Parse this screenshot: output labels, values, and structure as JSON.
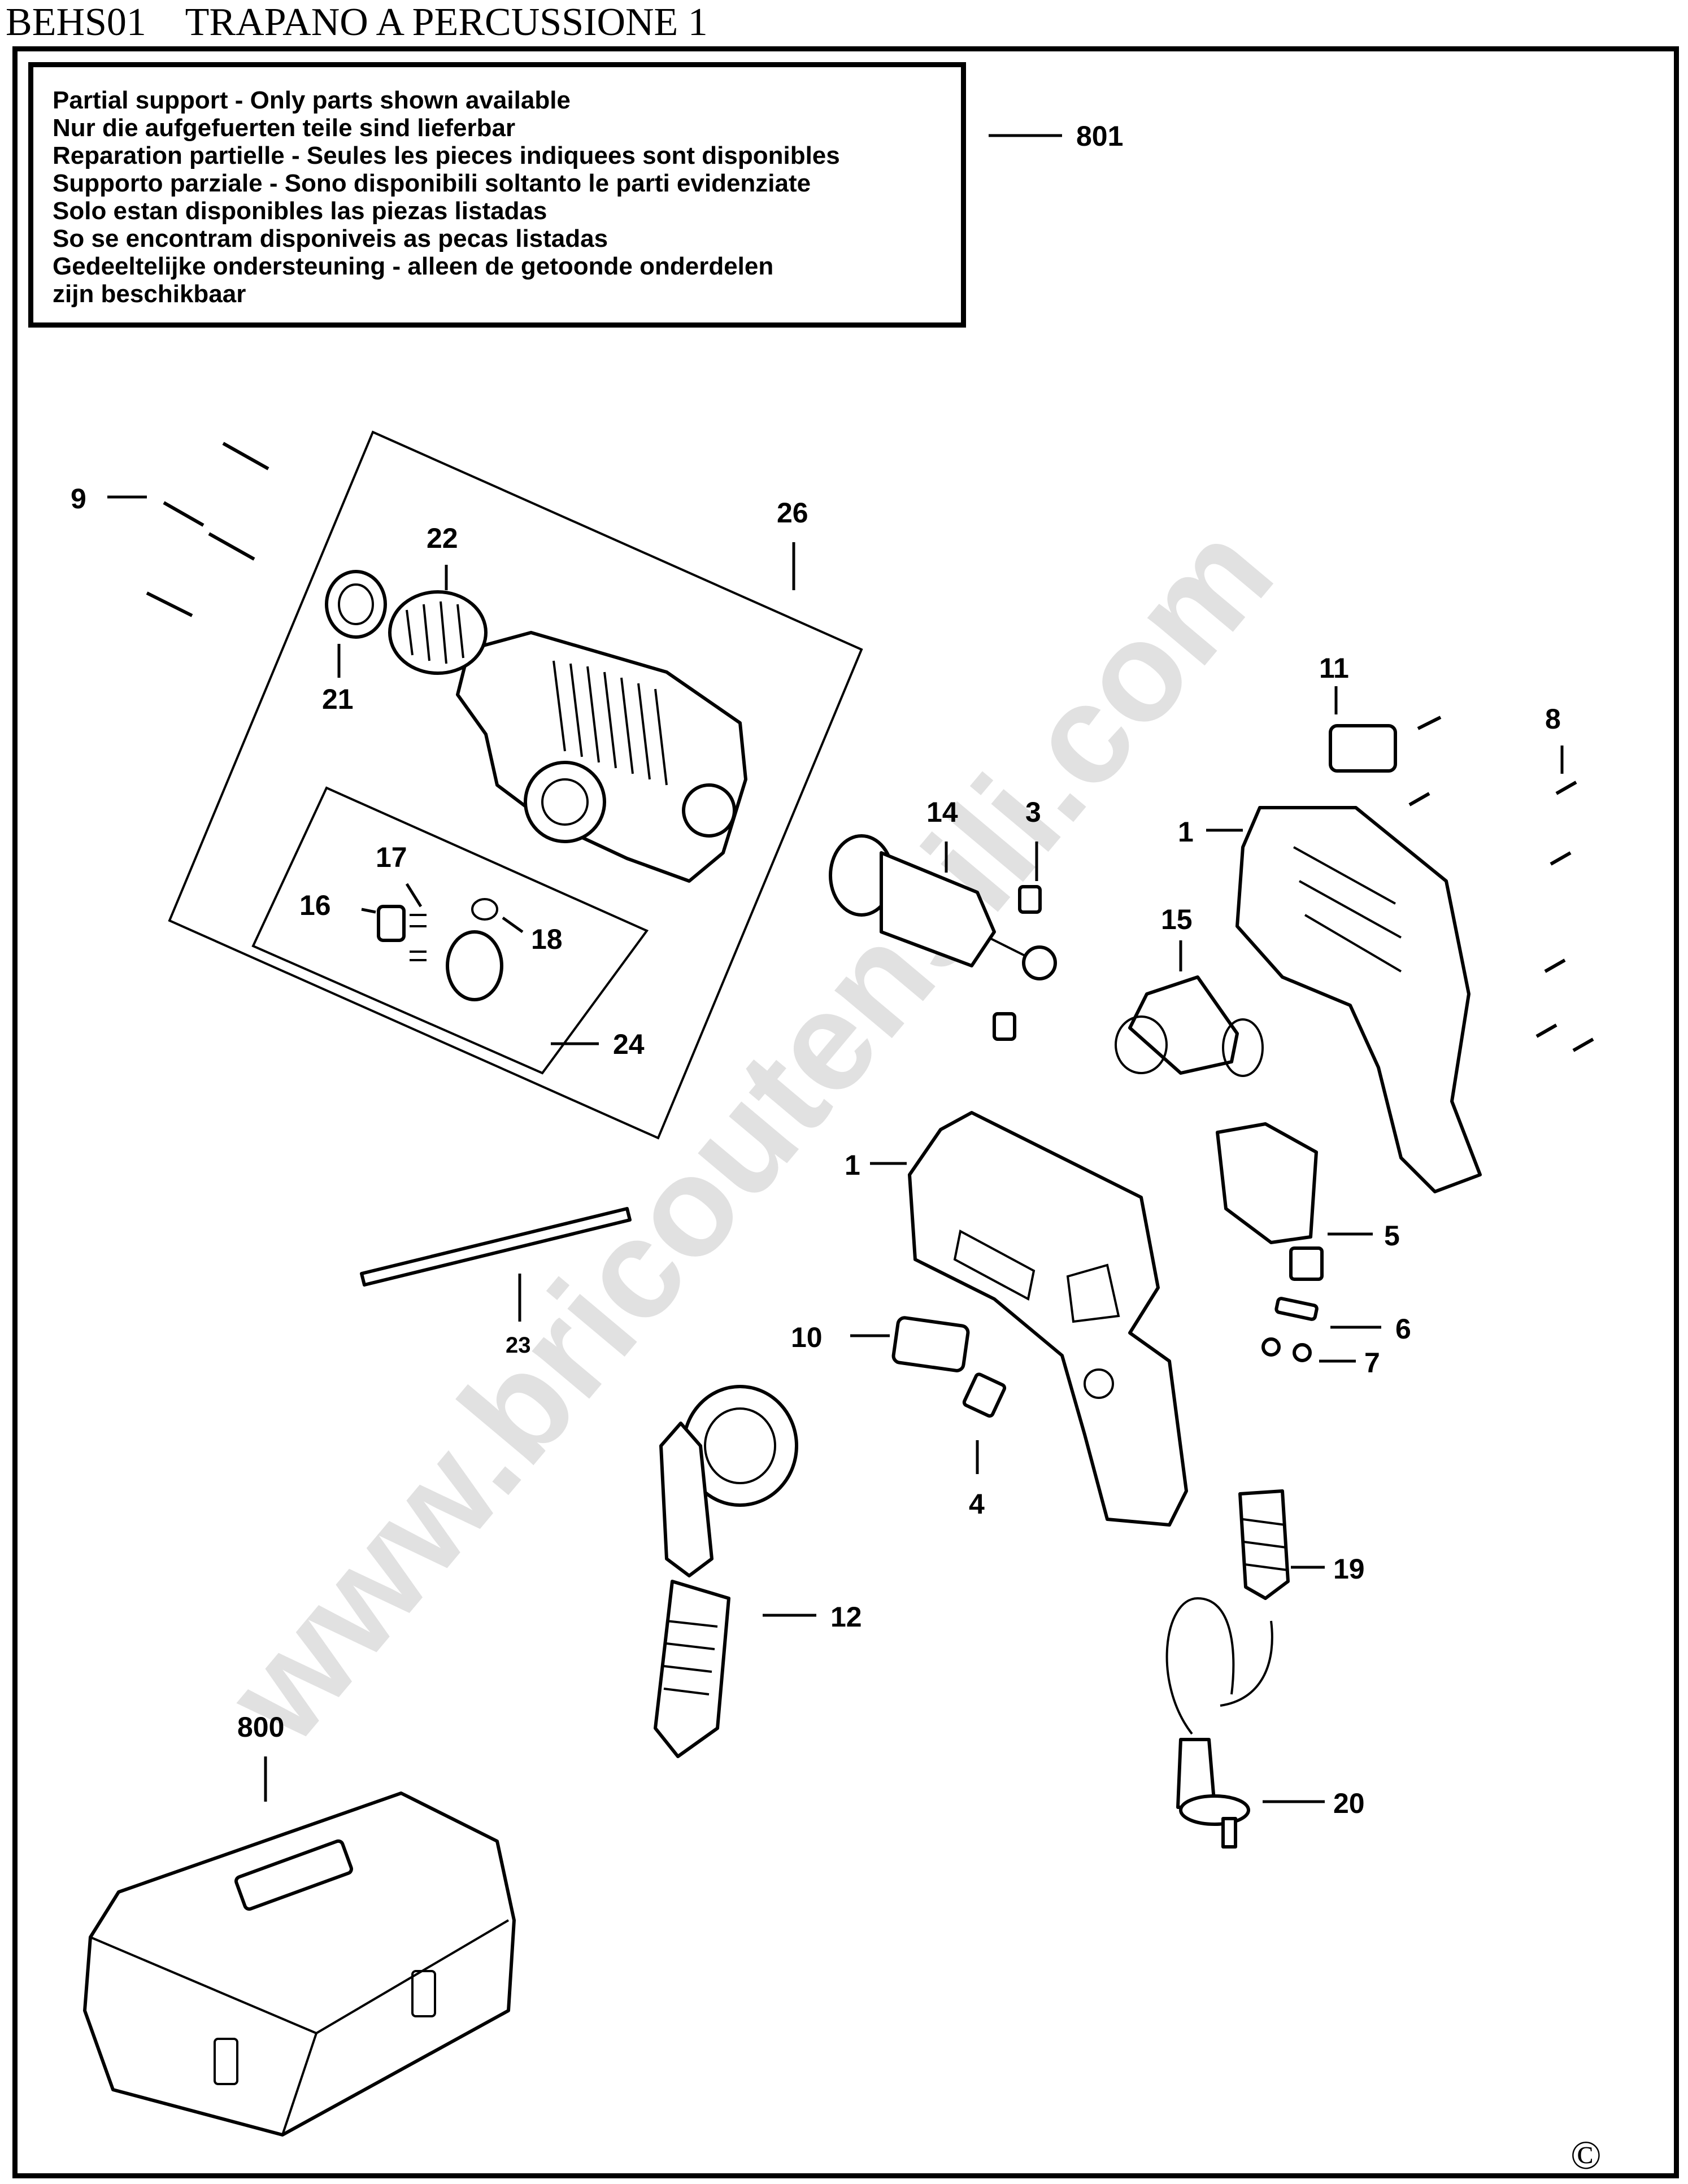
{
  "document": {
    "title": "BEHS01    TRAPANO A PERCUSSIONE 1",
    "copyright": "©"
  },
  "notice": {
    "lines": [
      "Partial support - Only parts shown available",
      "Nur die aufgefuerten teile sind lieferbar",
      "Reparation partielle - Seules les pieces indiquees sont disponibles",
      "Supporto parziale - Sono disponibili soltanto le parti evidenziate",
      "Solo estan disponibles las piezas listadas",
      "So se encontram disponiveis as pecas listadas",
      "Gedeeltelijke ondersteuning - alleen de getoonde onderdelen",
      "zijn beschikbaar"
    ],
    "callout": "801"
  },
  "watermark": "www.bricoutensili.com",
  "callouts": {
    "c1a": "1",
    "c1b": "1",
    "c3": "3",
    "c4": "4",
    "c5": "5",
    "c6": "6",
    "c7": "7",
    "c8": "8",
    "c9": "9",
    "c10": "10",
    "c11": "11",
    "c12": "12",
    "c14": "14",
    "c15": "15",
    "c16": "16",
    "c17": "17",
    "c18": "18",
    "c19": "19",
    "c20": "20",
    "c21": "21",
    "c22": "22",
    "c23": "23",
    "c24": "24",
    "c26": "26",
    "c800": "800"
  }
}
